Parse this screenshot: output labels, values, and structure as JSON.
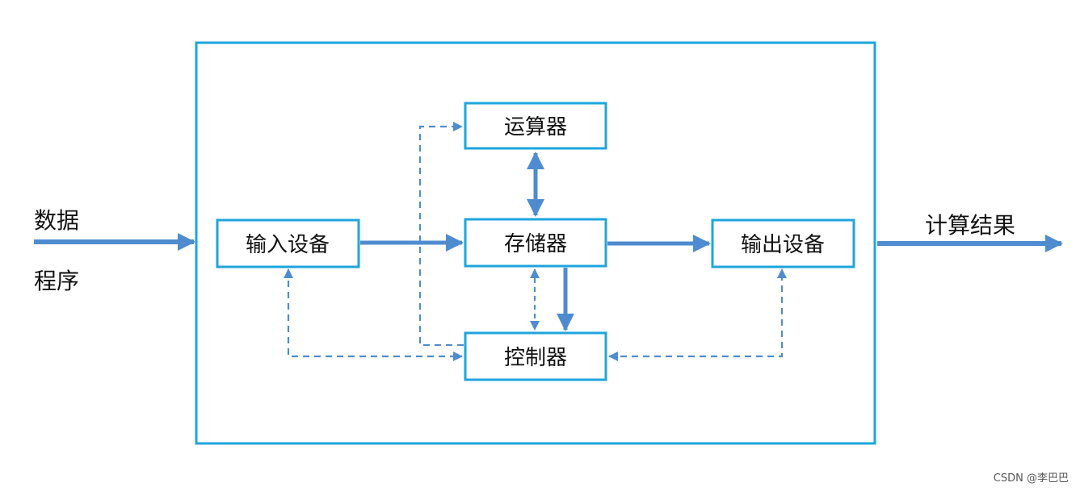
{
  "colors": {
    "frame": "#1ea5dc",
    "box_border": "#1ea5dc",
    "arrow": "#4f8ccf",
    "dashed_arrow": "#4f8ccf",
    "text": "#111111"
  },
  "input_labels": {
    "data": "数据",
    "program": "程序"
  },
  "output_label": "计算结果",
  "nodes": {
    "alu": "运算器",
    "memory": "存储器",
    "input_device": "输入设备",
    "output_device": "输出设备",
    "controller": "控制器"
  },
  "watermark": "CSDN @李巴巴"
}
